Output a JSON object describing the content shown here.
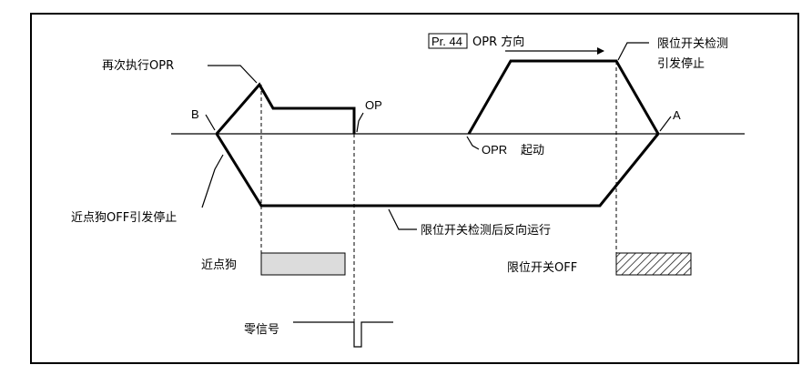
{
  "diagram": {
    "pr_box": "Pr. 44",
    "pr_text": "OPR 方向",
    "label_retry_opr": "再次执行OPR",
    "label_b": "B",
    "label_op": "OP",
    "label_a": "A",
    "label_limit_stop_line1": "限位开关检测",
    "label_limit_stop_line2": "引发停止",
    "label_opr_start": "OPR",
    "label_opr_start_suffix": "起动",
    "label_near_dog_off_stop": "近点狗OFF引发停止",
    "label_reverse_run": "限位开关检测后反向运行",
    "label_near_dog": "近点狗",
    "label_limit_off": "限位开关OFF",
    "label_zero_signal": "零信号"
  }
}
